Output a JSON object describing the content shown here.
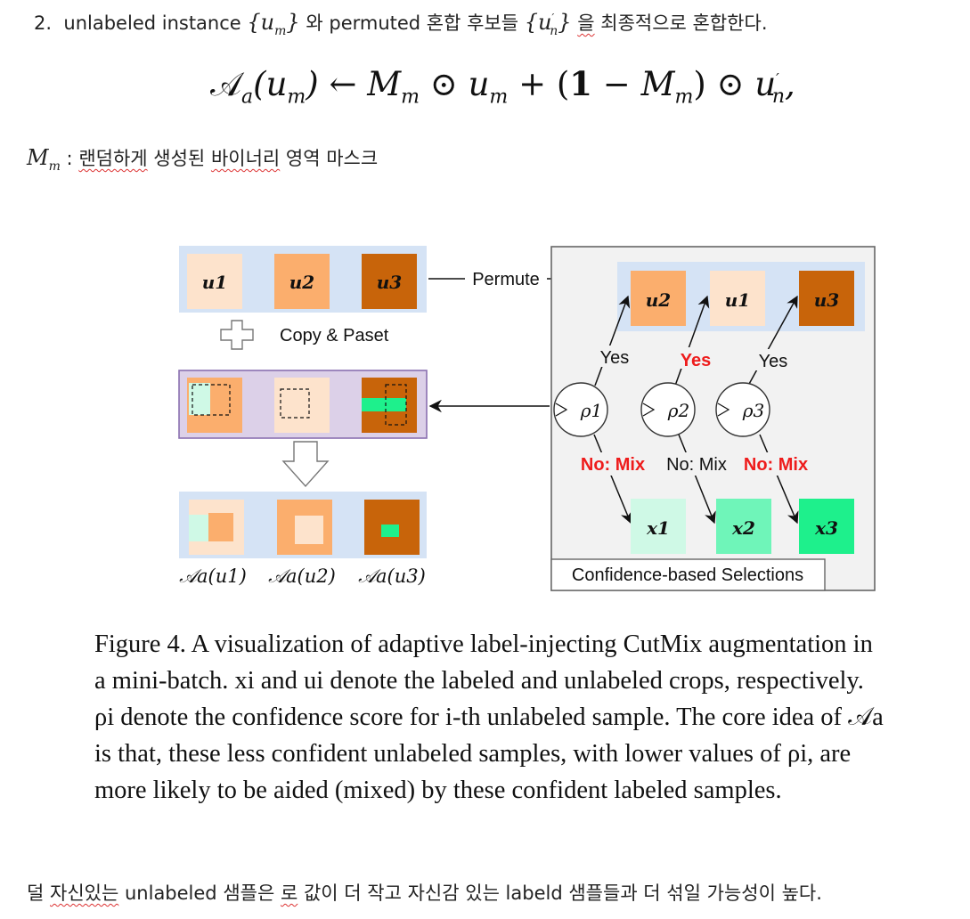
{
  "line1": {
    "number": "2.",
    "text_a": "unlabeled instance",
    "math_a": "{u",
    "math_a_sub": "m",
    "math_a_close": "}",
    "text_b": "와 permuted 혼합 후보들",
    "math_b": "{u",
    "math_b_sup": "′",
    "math_b_sub": "n",
    "math_b_close": "}",
    "text_c": "을",
    "text_d": "최종적으로 혼합한다."
  },
  "equation": {
    "lhs": "𝒜",
    "lhs_sub": "a",
    "lhs_arg": "(u",
    "lhs_arg_sub": "m",
    "lhs_close": ")",
    "arrow": "←",
    "t1": "M",
    "t1_sub": "m",
    "odot": "⊙",
    "t2": "u",
    "t2_sub": "m",
    "plus": "+",
    "paren": "(",
    "one": "𝟏",
    "minus": "−",
    "t3": "M",
    "t3_sub": "m",
    "paren_close": ")",
    "odot2": "⊙",
    "t4": "u",
    "t4_sup": "′",
    "t4_sub": "n",
    "comma": ","
  },
  "mask_def": {
    "sym": "M",
    "sym_sub": "m",
    "colon": ":",
    "word1": "랜덤하게",
    "word2": "생성된",
    "word3": "바이너리",
    "word4": "영역 마스크"
  },
  "figure": {
    "permute_label": "Permute",
    "copy_paste_label": "Copy & Paset",
    "selections_label": "Confidence-based Selections",
    "top_left_labels": [
      "u1",
      "u2",
      "u3"
    ],
    "top_right_labels": [
      "u2",
      "u1",
      "u3"
    ],
    "yes_labels": [
      "Yes",
      "Yes",
      "Yes"
    ],
    "rho_labels": [
      "ρ1",
      "ρ2",
      "ρ3"
    ],
    "nomix_labels": [
      "No: Mix",
      "No: Mix",
      "No: Mix"
    ],
    "x_labels": [
      "x1",
      "x2",
      "x3"
    ],
    "aug_labels": [
      "𝒜a(u1)",
      "𝒜a(u2)",
      "𝒜a(u3)"
    ],
    "colors": {
      "light_peach": "#fde3cc",
      "peach": "#fbae6d",
      "brown": "#c8640a",
      "mint": "#cff9e6",
      "mid_green": "#6ff5b9",
      "bright_green": "#1ef08c",
      "blue_band": "#d5e3f5",
      "purple_band": "#dcd0e8",
      "purple_border": "#8a70b0",
      "panel": "#f2f2f2",
      "red": "#ee1c1c"
    }
  },
  "caption": {
    "text": "Figure 4.  A visualization of adaptive label-injecting CutMix augmentation in a mini-batch. xi and ui denote the labeled and unlabeled crops, respectively. ρi denote the confidence score for i-th unlabeled sample. The core idea of 𝒜a is that, these less confident unlabeled samples, with lower values of ρi, are more likely to be aided (mixed) by these confident labeled samples."
  },
  "bottom": {
    "w1": "덜",
    "w2": "자신있는",
    "w3": "unlabeled 샘플은",
    "w4": "로",
    "w5": "값이 더 작고 자신감 있는 labeld 샘플들과 더 섞일 가능성이 높다."
  }
}
